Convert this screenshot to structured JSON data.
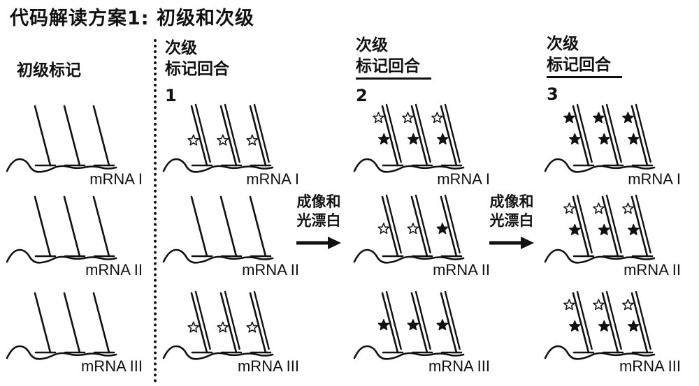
{
  "title": "代码解读方案1: 初级和次级",
  "ink_color": "#111111",
  "columns": [
    {
      "line1": "初级标记",
      "line2": "",
      "round": "",
      "underline": false
    },
    {
      "line1": "次级",
      "line2": "标记回合",
      "round": "1",
      "underline": false
    },
    {
      "line1": "次级",
      "line2": "标记回合",
      "round": "2",
      "underline": true
    },
    {
      "line1": "次级",
      "line2": "标记回合",
      "round": "3",
      "underline": true
    }
  ],
  "arrows": [
    {
      "line1": "成像和",
      "line2": "光漂白"
    },
    {
      "line1": "成像和",
      "line2": "光漂白"
    }
  ],
  "panels": [
    {
      "label": "mRNA I",
      "double": false,
      "probes": [
        [],
        [],
        []
      ]
    },
    {
      "label": "mRNA II",
      "double": false,
      "probes": [
        [],
        [],
        []
      ]
    },
    {
      "label": "mRNA III",
      "double": false,
      "probes": [
        [],
        [],
        []
      ]
    },
    {
      "label": "mRNA I",
      "double": true,
      "probes": [
        [
          {
            "t": 0.42,
            "fill": "open"
          }
        ],
        [
          {
            "t": 0.42,
            "fill": "open"
          }
        ],
        [
          {
            "t": 0.42,
            "fill": "open"
          }
        ]
      ]
    },
    {
      "label": "mRNA II",
      "double": false,
      "probes": [
        [],
        [],
        []
      ]
    },
    {
      "label": "mRNA III",
      "double": true,
      "probes": [
        [
          {
            "t": 0.42,
            "fill": "open"
          }
        ],
        [
          {
            "t": 0.42,
            "fill": "open"
          }
        ],
        [
          {
            "t": 0.42,
            "fill": "open"
          }
        ]
      ]
    },
    {
      "label": "mRNA I",
      "double": true,
      "probes": [
        [
          {
            "t": 0.8,
            "fill": "open"
          },
          {
            "t": 0.44,
            "fill": "filled"
          }
        ],
        [
          {
            "t": 0.8,
            "fill": "open"
          },
          {
            "t": 0.44,
            "fill": "filled"
          }
        ],
        [
          {
            "t": 0.8,
            "fill": "open"
          },
          {
            "t": 0.44,
            "fill": "filled"
          }
        ]
      ]
    },
    {
      "label": "mRNA II",
      "double": true,
      "probes": [
        [
          {
            "t": 0.46,
            "fill": "open"
          }
        ],
        [
          {
            "t": 0.46,
            "fill": "open"
          }
        ],
        [
          {
            "t": 0.46,
            "fill": "filled"
          }
        ]
      ]
    },
    {
      "label": "mRNA III",
      "double": true,
      "probes": [
        [
          {
            "t": 0.46,
            "fill": "filled"
          }
        ],
        [
          {
            "t": 0.46,
            "fill": "filled"
          }
        ],
        [
          {
            "t": 0.46,
            "fill": "filled"
          }
        ]
      ]
    },
    {
      "label": "mRNA I",
      "double": true,
      "probes": [
        [
          {
            "t": 0.8,
            "fill": "filled"
          },
          {
            "t": 0.44,
            "fill": "filled"
          }
        ],
        [
          {
            "t": 0.8,
            "fill": "filled"
          },
          {
            "t": 0.44,
            "fill": "filled"
          }
        ],
        [
          {
            "t": 0.8,
            "fill": "filled"
          },
          {
            "t": 0.44,
            "fill": "filled"
          }
        ]
      ]
    },
    {
      "label": "mRNA II",
      "double": true,
      "probes": [
        [
          {
            "t": 0.8,
            "fill": "open"
          },
          {
            "t": 0.44,
            "fill": "filled"
          }
        ],
        [
          {
            "t": 0.8,
            "fill": "open"
          },
          {
            "t": 0.44,
            "fill": "filled"
          }
        ],
        [
          {
            "t": 0.8,
            "fill": "open"
          },
          {
            "t": 0.44,
            "fill": "filled"
          }
        ]
      ]
    },
    {
      "label": "mRNA III",
      "double": true,
      "probes": [
        [
          {
            "t": 0.8,
            "fill": "open"
          },
          {
            "t": 0.44,
            "fill": "filled"
          }
        ],
        [
          {
            "t": 0.8,
            "fill": "open"
          },
          {
            "t": 0.44,
            "fill": "filled"
          }
        ],
        [
          {
            "t": 0.8,
            "fill": "open"
          },
          {
            "t": 0.44,
            "fill": "filled"
          }
        ]
      ]
    }
  ]
}
